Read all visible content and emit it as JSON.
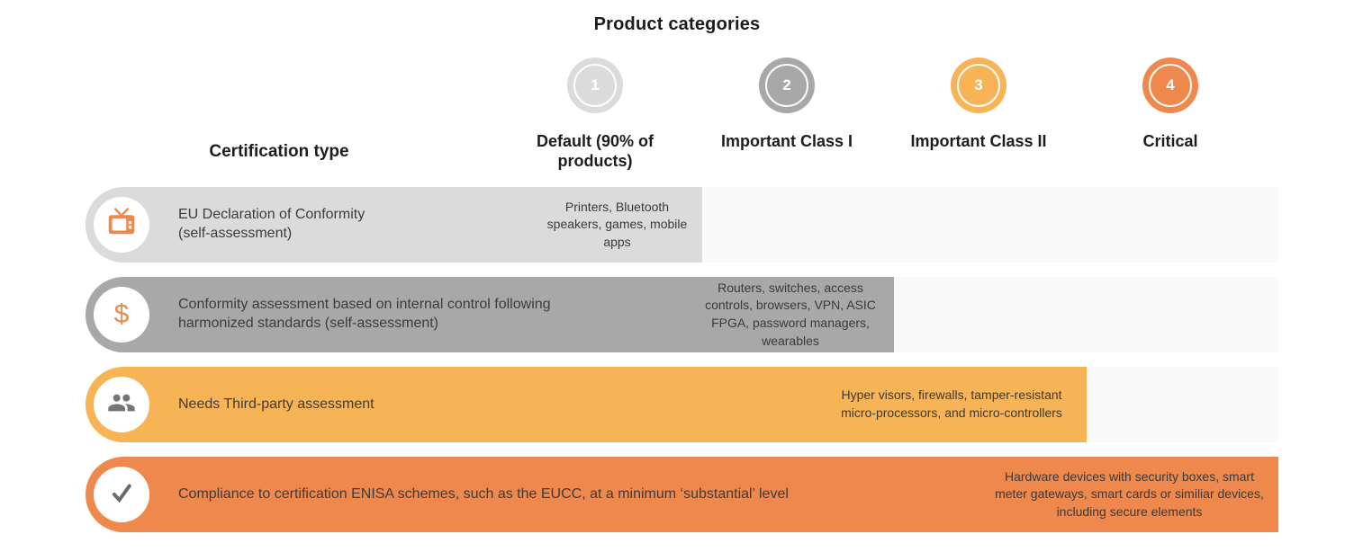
{
  "title": "Product categories",
  "colors": {
    "category_1": "#dbdbdb",
    "category_2": "#a8a8a8",
    "category_3": "#f7b457",
    "category_4": "#ef884c",
    "track": "#f9f9f9",
    "icon_orange": "#ef884c",
    "icon_gray": "#757575"
  },
  "table": {
    "row_header_title": "Certification type",
    "columns": [
      {
        "number": "1",
        "label": "Default (90% of products)",
        "color": "#dbdbdb"
      },
      {
        "number": "2",
        "label": "Important Class I",
        "color": "#a8a8a8"
      },
      {
        "number": "3",
        "label": "Important Class II",
        "color": "#f7b457"
      },
      {
        "number": "4",
        "label": "Critical",
        "color": "#ef884c"
      }
    ],
    "track_color": "#f9f9f9",
    "rows": [
      {
        "icon": "tv-icon",
        "label": "EU Declaration of Conformity (self-assessment)",
        "products": "Printers, Bluetooth speakers, games, mobile apps",
        "category": "Default (90% of products)",
        "bar_color": "#dbdbdb"
      },
      {
        "icon": "dollar-icon",
        "label": "Conformity assessment based on internal control following harmonized standards (self-assessment)",
        "products": "Routers, switches, access controls, browsers, VPN, ASIC FPGA, password managers, wearables",
        "category": "Important Class I",
        "bar_color": "#a8a8a8"
      },
      {
        "icon": "people-icon",
        "label": "Needs Third-party assessment",
        "products": "Hyper visors, firewalls, tamper-resistant micro-processors, and micro-controllers",
        "category": "Important Class II",
        "bar_color": "#f7b457"
      },
      {
        "icon": "check-icon",
        "label": "Compliance to certification ENISA schemes, such as the EUCC, at a minimum ‘substantial’ level",
        "products": "Hardware devices with security boxes, smart meter gateways, smart cards or similiar devices, including secure elements",
        "category": "Critical",
        "bar_color": "#ef884c"
      }
    ],
    "icons": {
      "dollar_symbol": "$"
    }
  }
}
